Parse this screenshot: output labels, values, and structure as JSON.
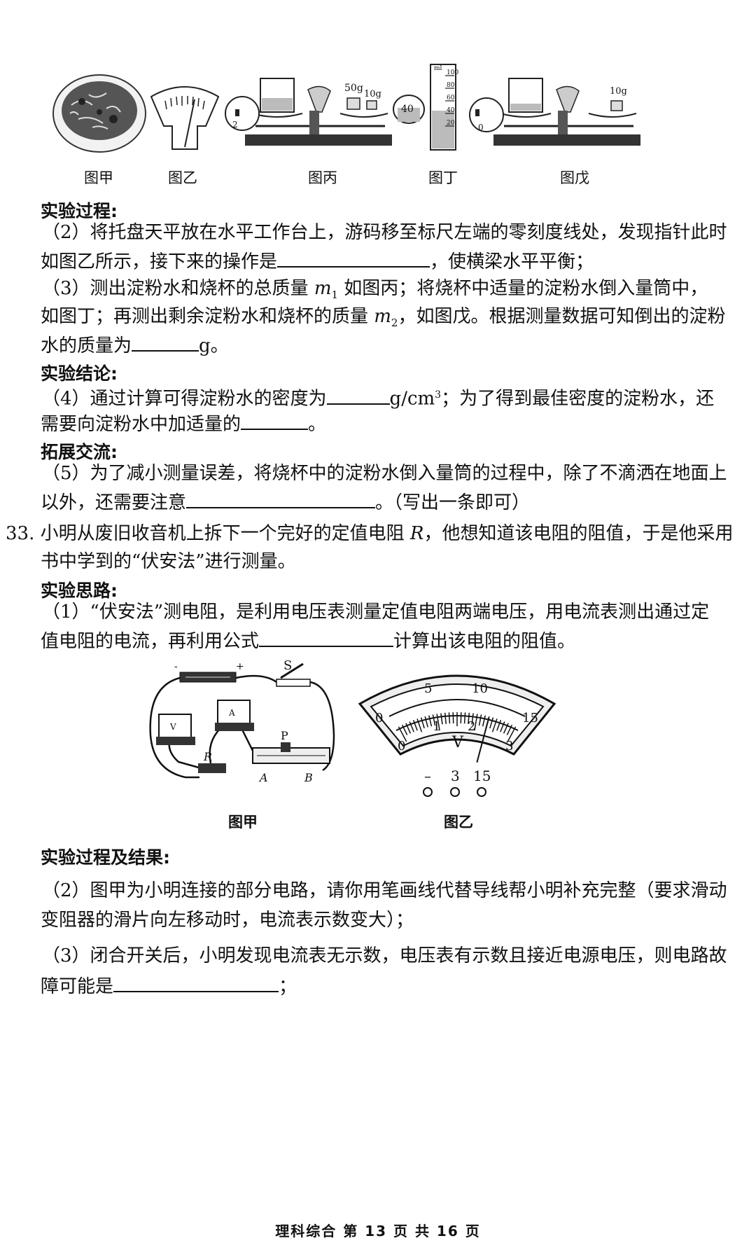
{
  "figures_top": {
    "captions": [
      "图甲",
      "图乙",
      "图丙",
      "图丁",
      "图戊"
    ],
    "bing": {
      "weight_50": "50g",
      "weight_10": "10g",
      "scale_num": "2"
    },
    "ding": {
      "reading": "40",
      "unit": "ml",
      "ticks": [
        "100",
        "80",
        "60",
        "40",
        "20"
      ]
    },
    "wu": {
      "weight_10": "10g",
      "scale_num": "0"
    }
  },
  "section1": {
    "heading_process": "实验过程:",
    "q2_line1": "（2）将托盘天平放在水平工作台上，游码移至标尺左端的零刻度线处，发现指针此时",
    "q2_line2a": "如图乙所示，接下来的操作是",
    "q2_line2b": "，使横梁水平平衡；",
    "q3_line1a": "（3）测出淀粉水和烧杯的总质量 ",
    "q3_m1": "m",
    "q3_m1_sub": "1",
    "q3_line1b": "  如图丙；将烧杯中适量的淀粉水倒入量筒中，",
    "q3_line2a": "如图丁；再测出剩余淀粉水和烧杯的质量 ",
    "q3_m2": "m",
    "q3_m2_sub": "2",
    "q3_line2b": "，如图戊。根据测量数据可知倒出的淀粉",
    "q3_line3a": "水的质量为",
    "q3_line3b": "g。",
    "heading_conclusion": "实验结论:",
    "q4_line1a": "（4）通过计算可得淀粉水的密度为",
    "q4_unit": "g/cm",
    "q4_sup": "3",
    "q4_line1b": "；为了得到最佳密度的淀粉水，还",
    "q4_line2a": "需要向淀粉水中加适量的",
    "q4_line2b": "。",
    "heading_extend": "拓展交流:",
    "q5_line1": "（5）为了减小测量误差，将烧杯中的淀粉水倒入量筒的过程中，除了不滴洒在地面上",
    "q5_line2a": "以外，还需要注意",
    "q5_line2b": "。（写出一条即可）"
  },
  "q33": {
    "num": "33.",
    "line1a": "小明从废旧收音机上拆下一个完好的定值电阻 ",
    "R": "R",
    "line1b": "，他想知道该电阻的阻值，于是他采用",
    "line2": "书中学到的“伏安法”进行测量。",
    "heading_idea": "实验思路:",
    "q1_line1": "（1）“伏安法”测电阻，是利用电压表测量定值电阻两端电压，用电流表测出通过定",
    "q1_line2a": "值电阻的电流，再利用公式",
    "q1_line2b": "计算出该电阻的阻值。"
  },
  "circuit_fig": {
    "caption": "图甲",
    "labels": {
      "S": "S",
      "P": "P",
      "A": "A",
      "B": "B",
      "R": "R",
      "meter_V": "V",
      "meter_A": "A",
      "minus": "-",
      "plus": "+"
    }
  },
  "meter_fig": {
    "caption": "图乙",
    "outer_labels": [
      "0",
      "5",
      "10",
      "15"
    ],
    "inner_labels": [
      "0",
      "1",
      "2",
      "3"
    ],
    "unit": "V",
    "terminals": [
      "–",
      "3",
      "15"
    ],
    "needle_value_3V_scale": 2.3
  },
  "section2": {
    "heading_result": "实验过程及结果:",
    "q2_line1": "（2）图甲为小明连接的部分电路，请你用笔画线代替导线帮小明补充完整（要求滑动",
    "q2_line2": "变阻器的滑片向左移动时，电流表示数变大）；",
    "q3_line1": "（3）闭合开关后，小明发现电流表无示数，电压表有示数且接近电源电压，则电路故",
    "q3_line2a": "障可能是",
    "q3_line2b": "；"
  },
  "footer": "理科综合 第 13 页 共 16 页"
}
